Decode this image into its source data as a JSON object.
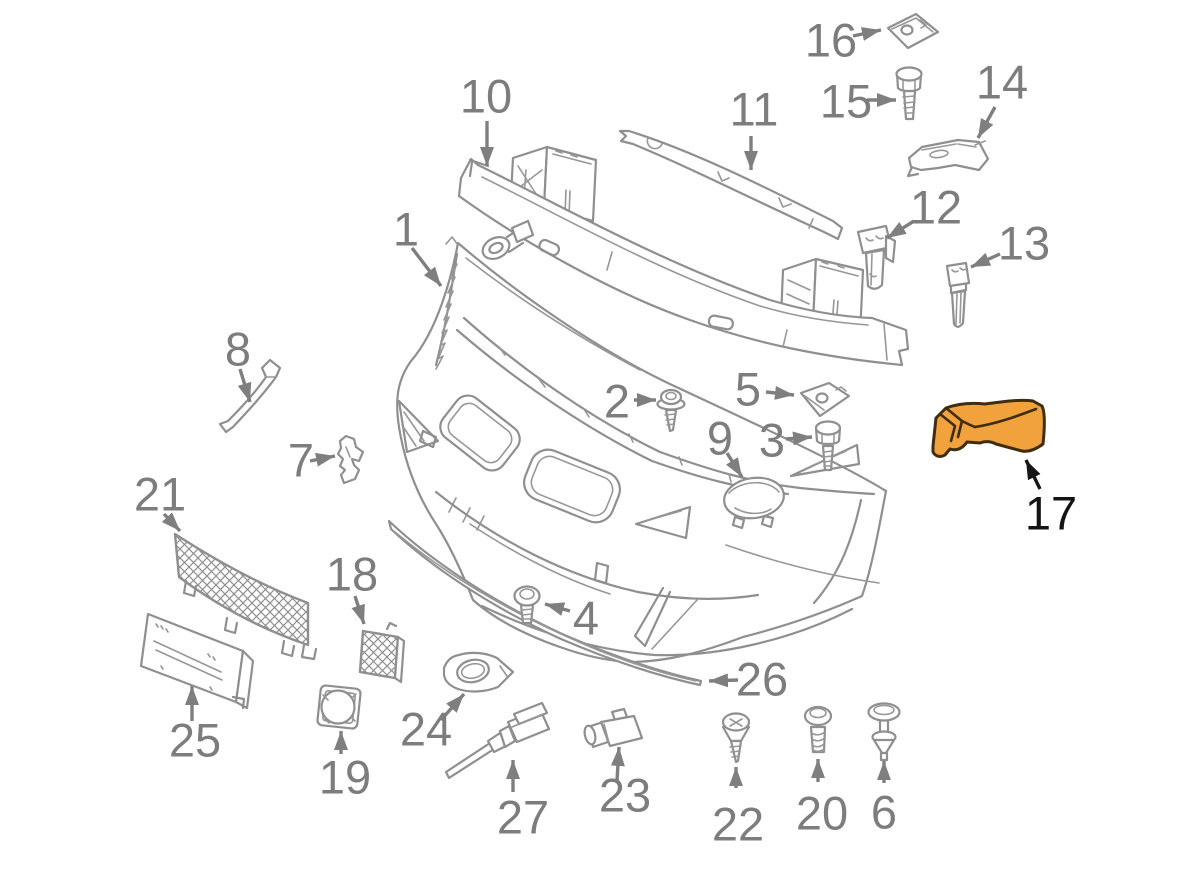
{
  "diagram": {
    "kind": "exploded-parts-diagram",
    "subject": "front-bumper-assembly",
    "background_color": "#ffffff",
    "line_color": "#8f8f8f",
    "label_color": "#7d7d7d",
    "highlight": {
      "part": "17",
      "fill_color": "#f1a23d",
      "outline_color": "#3e2d10",
      "label_color": "#141414"
    },
    "labels": {
      "1": "1",
      "2": "2",
      "3": "3",
      "4": "4",
      "5": "5",
      "6": "6",
      "7": "7",
      "8": "8",
      "9": "9",
      "10": "10",
      "11": "11",
      "12": "12",
      "13": "13",
      "14": "14",
      "15": "15",
      "16": "16",
      "17": "17",
      "18": "18",
      "19": "19",
      "20": "20",
      "21": "21",
      "22": "22",
      "23": "23",
      "24": "24",
      "25": "25",
      "26": "26",
      "27": "27"
    }
  }
}
